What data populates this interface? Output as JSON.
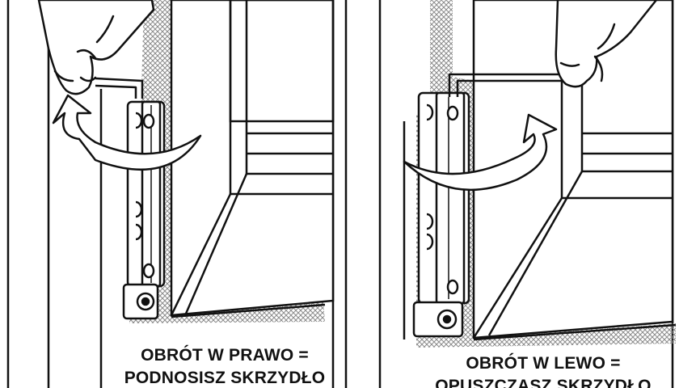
{
  "panels": [
    {
      "id": "left",
      "caption_line1": "OBRÓT W PRAWO =",
      "caption_line2": "PODNOSISZ SKRZYDŁO",
      "rotation_direction": "clockwise"
    },
    {
      "id": "right",
      "caption_line1": "OBRÓT W LEWO =",
      "caption_line2": "OPUSZCZASZ SKRZYDŁO",
      "rotation_direction": "counterclockwise"
    }
  ],
  "colors": {
    "ink": "#111111",
    "paper": "#ffffff",
    "hatch": "#8a8a8a"
  },
  "icons": [
    "hand-icon",
    "hex-key-icon",
    "rotation-arrow-icon",
    "hinge-icon"
  ]
}
